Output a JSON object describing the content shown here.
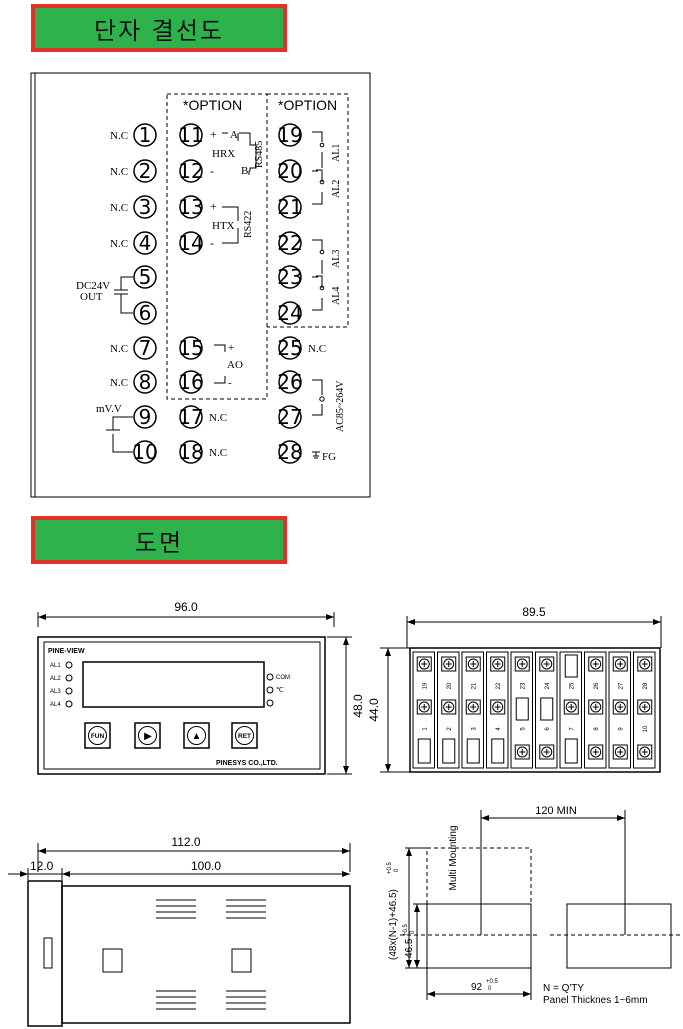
{
  "headings": {
    "wiring": "단자 결선도",
    "drawing": "도면"
  },
  "wiring": {
    "option_label": "*OPTION",
    "left_terms": [
      {
        "n": "1",
        "label": "N.C"
      },
      {
        "n": "2",
        "label": "N.C"
      },
      {
        "n": "3",
        "label": "N.C"
      },
      {
        "n": "4",
        "label": "N.C"
      },
      {
        "n": "5",
        "label": ""
      },
      {
        "n": "6",
        "label": ""
      },
      {
        "n": "7",
        "label": "N.C"
      },
      {
        "n": "8",
        "label": "N.C"
      },
      {
        "n": "9",
        "label": ""
      },
      {
        "n": "10",
        "label": ""
      }
    ],
    "dc_label_1": "DC24V",
    "dc_label_2": "OUT",
    "mvv_label": "mV.V",
    "mid_terms": [
      "11",
      "12",
      "13",
      "14",
      "15",
      "16",
      "17",
      "18"
    ],
    "mid_plus": "+",
    "mid_minus": "-",
    "hrx": "HRX",
    "htx": "HTX",
    "pin_a": "A",
    "pin_b": "B",
    "rs485": "RS485",
    "rs422": "RS422",
    "ao": "AO",
    "ao_plus": "+",
    "ao_minus": "-",
    "nc": "N.C",
    "right_terms": [
      "19",
      "20",
      "21",
      "22",
      "23",
      "24",
      "25",
      "26",
      "27",
      "28"
    ],
    "al1": "AL1",
    "al2": "AL2",
    "al3": "AL3",
    "al4": "AL4",
    "ac": "AC85~264V",
    "fg": "FG"
  },
  "drawing": {
    "front_width": "96.0",
    "front_height": "48.0",
    "brand": "PINE-VIEW",
    "maker": "PINESYS CO.,LTD.",
    "alarm_leds": [
      "AL1",
      "AL2",
      "AL3",
      "AL4"
    ],
    "right_leds": [
      "COM",
      "℃",
      ""
    ],
    "buttons": [
      "FUN",
      "▶",
      "▲",
      "RET"
    ],
    "side_width": "89.5",
    "side_height": "44.0",
    "top_terms": [
      "19",
      "20",
      "21",
      "22",
      "23",
      "24",
      "25",
      "26",
      "27",
      "28"
    ],
    "bot_terms": [
      "1",
      "2",
      "3",
      "4",
      "5",
      "6",
      "7",
      "8",
      "9",
      "10"
    ],
    "total_len": "112.0",
    "bezel": "12.0",
    "body_len": "100.0",
    "cut_spacing": "120 MIN",
    "multi": "Multi Mounting",
    "formula": "(48x(N-1)+46.5)",
    "formula_tol": "+0.5",
    "formula_tol0": "0",
    "cut_h": "46.5",
    "cut_h_tol": "+0.5",
    "cut_h_tol0": "0",
    "cut_w": "92",
    "cut_w_tol": "+0.5",
    "cut_w_tol0": "0",
    "qty_note": "N = Q'TY",
    "panel_note": "Panel Thicknes 1~6mm"
  }
}
